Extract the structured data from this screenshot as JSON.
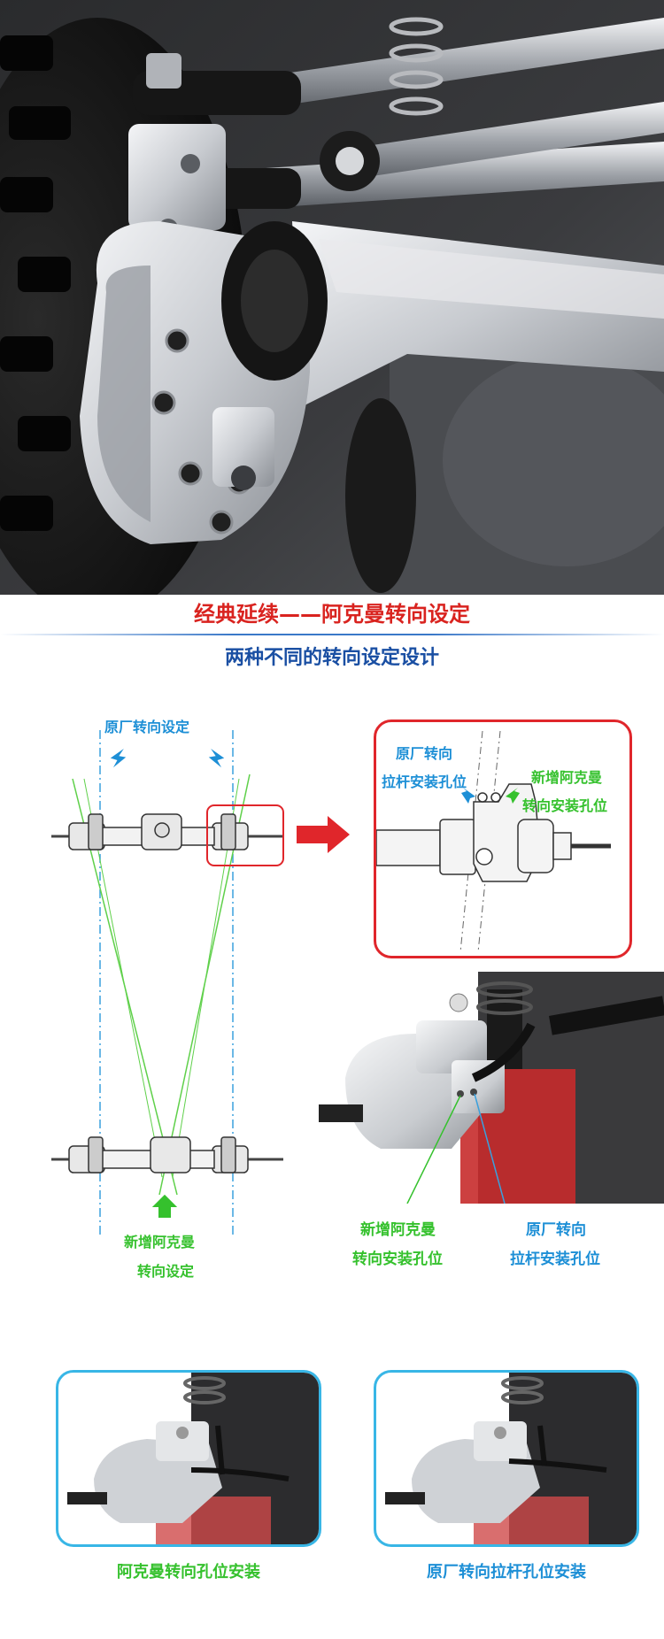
{
  "hero": {
    "caption": "经典延续——阿克曼转向设定",
    "subtitle": "两种不同的转向设定设计"
  },
  "diagram": {
    "top_label": "原厂转向设定",
    "bottom_label_line1": "新增阿克曼",
    "bottom_label_line2": "转向设定"
  },
  "zoom": {
    "left_line1": "原厂转向",
    "left_line2": "拉杆安装孔位",
    "right_line1": "新增阿克曼",
    "right_line2": "转向安装孔位"
  },
  "closeup": {
    "left_line1": "新增阿克曼",
    "left_line2": "转向安装孔位",
    "right_line1": "原厂转向",
    "right_line2": "拉杆安装孔位"
  },
  "panels": {
    "left_caption": "阿克曼转向孔位安装",
    "right_caption": "原厂转向拉杆孔位安装"
  },
  "colors": {
    "title_red": "#d9231f",
    "subtitle_blue": "#1a4fa3",
    "label_blue": "#1d8fd6",
    "label_green": "#35c12d",
    "frame_red": "#e0262b",
    "frame_cyan": "#38b6e6"
  }
}
